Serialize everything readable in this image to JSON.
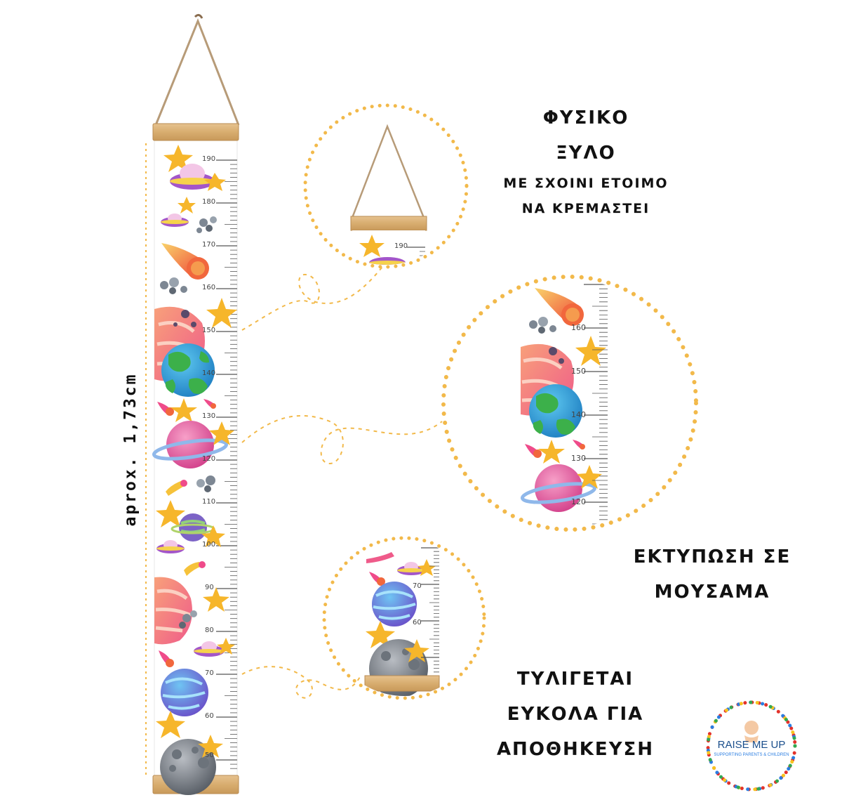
{
  "height_label": "aprox. 1,73cm",
  "features": {
    "wood": {
      "line1": "ΦΥΣΙΚΟ",
      "line2": "ΞΥΛΟ",
      "line3": "ΜΕ ΣΧΟΙΝΙ ΕΤΟΙΜΟ",
      "line4": "ΝΑ ΚΡΕΜΑΣΤΕΙ"
    },
    "canvas": {
      "line1": "ΕΚΤΥΠΩΣΗ ΣΕ",
      "line2": "ΜΟΥΣΑΜΑ"
    },
    "roll": {
      "line1": "ΤΥΛΙΓΕΤΑΙ",
      "line2": "ΕΥΚΟΛΑ ΓΙΑ",
      "line3": "ΑΠΟΘΗΚΕΥΣΗ"
    }
  },
  "ruler": {
    "labels": [
      "190",
      "180",
      "170",
      "160",
      "150",
      "140",
      "130",
      "120",
      "110",
      "100",
      "90",
      "80",
      "70",
      "60",
      "50"
    ]
  },
  "zoom_top": {
    "labels": [
      "190"
    ]
  },
  "zoom_mid": {
    "labels": [
      "160",
      "150",
      "140",
      "130",
      "120"
    ]
  },
  "zoom_bottom": {
    "labels": [
      "70",
      "60"
    ]
  },
  "logo": {
    "name": "RAISE ME UP",
    "tagline": "SUPPORTING PARENTS & CHILDREN"
  },
  "colors": {
    "wood": "#d8b27a",
    "dots": "#f2b94a",
    "rope": "#b79b78",
    "brand": "#1b4f8c"
  }
}
